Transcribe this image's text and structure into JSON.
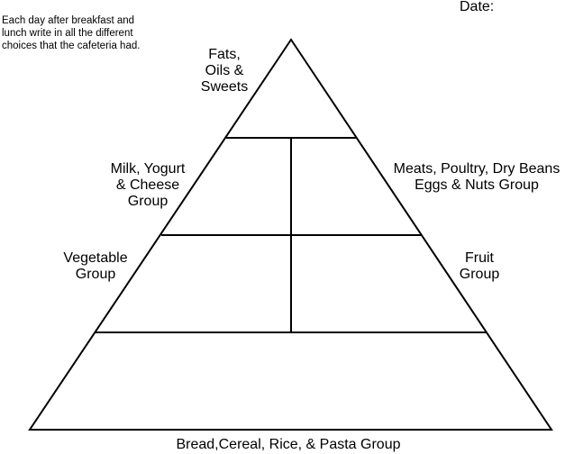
{
  "instructions": "Each day after breakfast and\nlunch write in all the different\nchoices that the cafeteria had.",
  "date_label": "Date:",
  "pyramid": {
    "top_label": "Fats,\nOils &\nSweets",
    "milk_label": "Milk, Yogurt\n& Cheese\nGroup",
    "meats_label": "Meats, Poultry, Dry Beans\nEggs & Nuts Group",
    "vegetable_label": "Vegetable\nGroup",
    "fruit_label": "Fruit\nGroup",
    "bread_label": "Bread,Cereal, Rice, & Pasta Group"
  }
}
